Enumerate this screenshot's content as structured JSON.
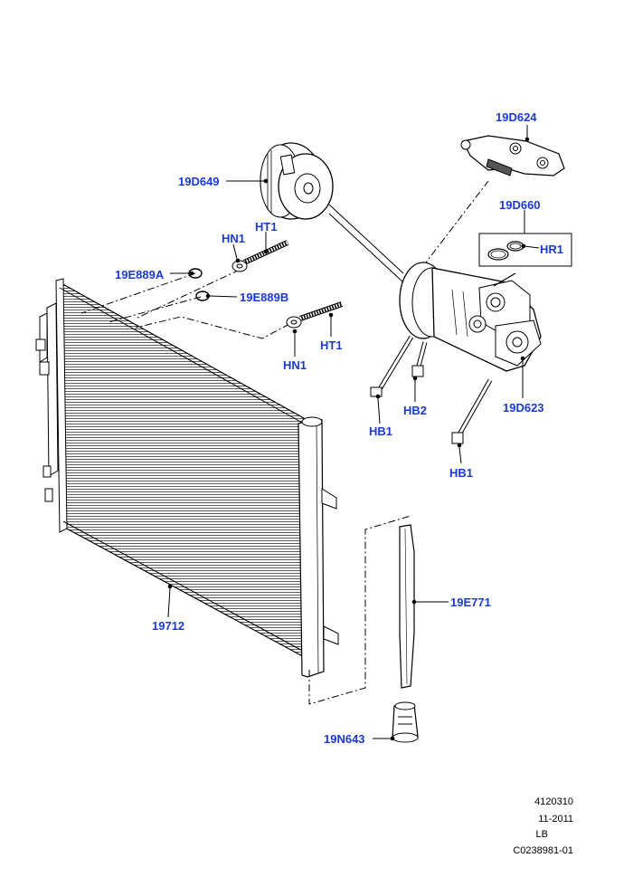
{
  "callouts": {
    "c19D624": "19D624",
    "c19D649": "19D649",
    "c19D660": "19D660",
    "cHR1": "HR1",
    "cHT1_top": "HT1",
    "cHN1_top": "HN1",
    "c19E889A": "19E889A",
    "c19E889B": "19E889B",
    "cHT1_mid": "HT1",
    "cHN1_mid": "HN1",
    "cHB2": "HB2",
    "c19D623": "19D623",
    "cHB1_left": "HB1",
    "cHB1_right": "HB1",
    "c19712": "19712",
    "c19E771": "19E771",
    "c19N643": "19N643"
  },
  "reference": {
    "line1": "4120310",
    "line2": "11-2011",
    "line3": "LB",
    "line4": "C0238981-01"
  },
  "colors": {
    "callout": "#1a3ad8",
    "line": "#000000"
  }
}
